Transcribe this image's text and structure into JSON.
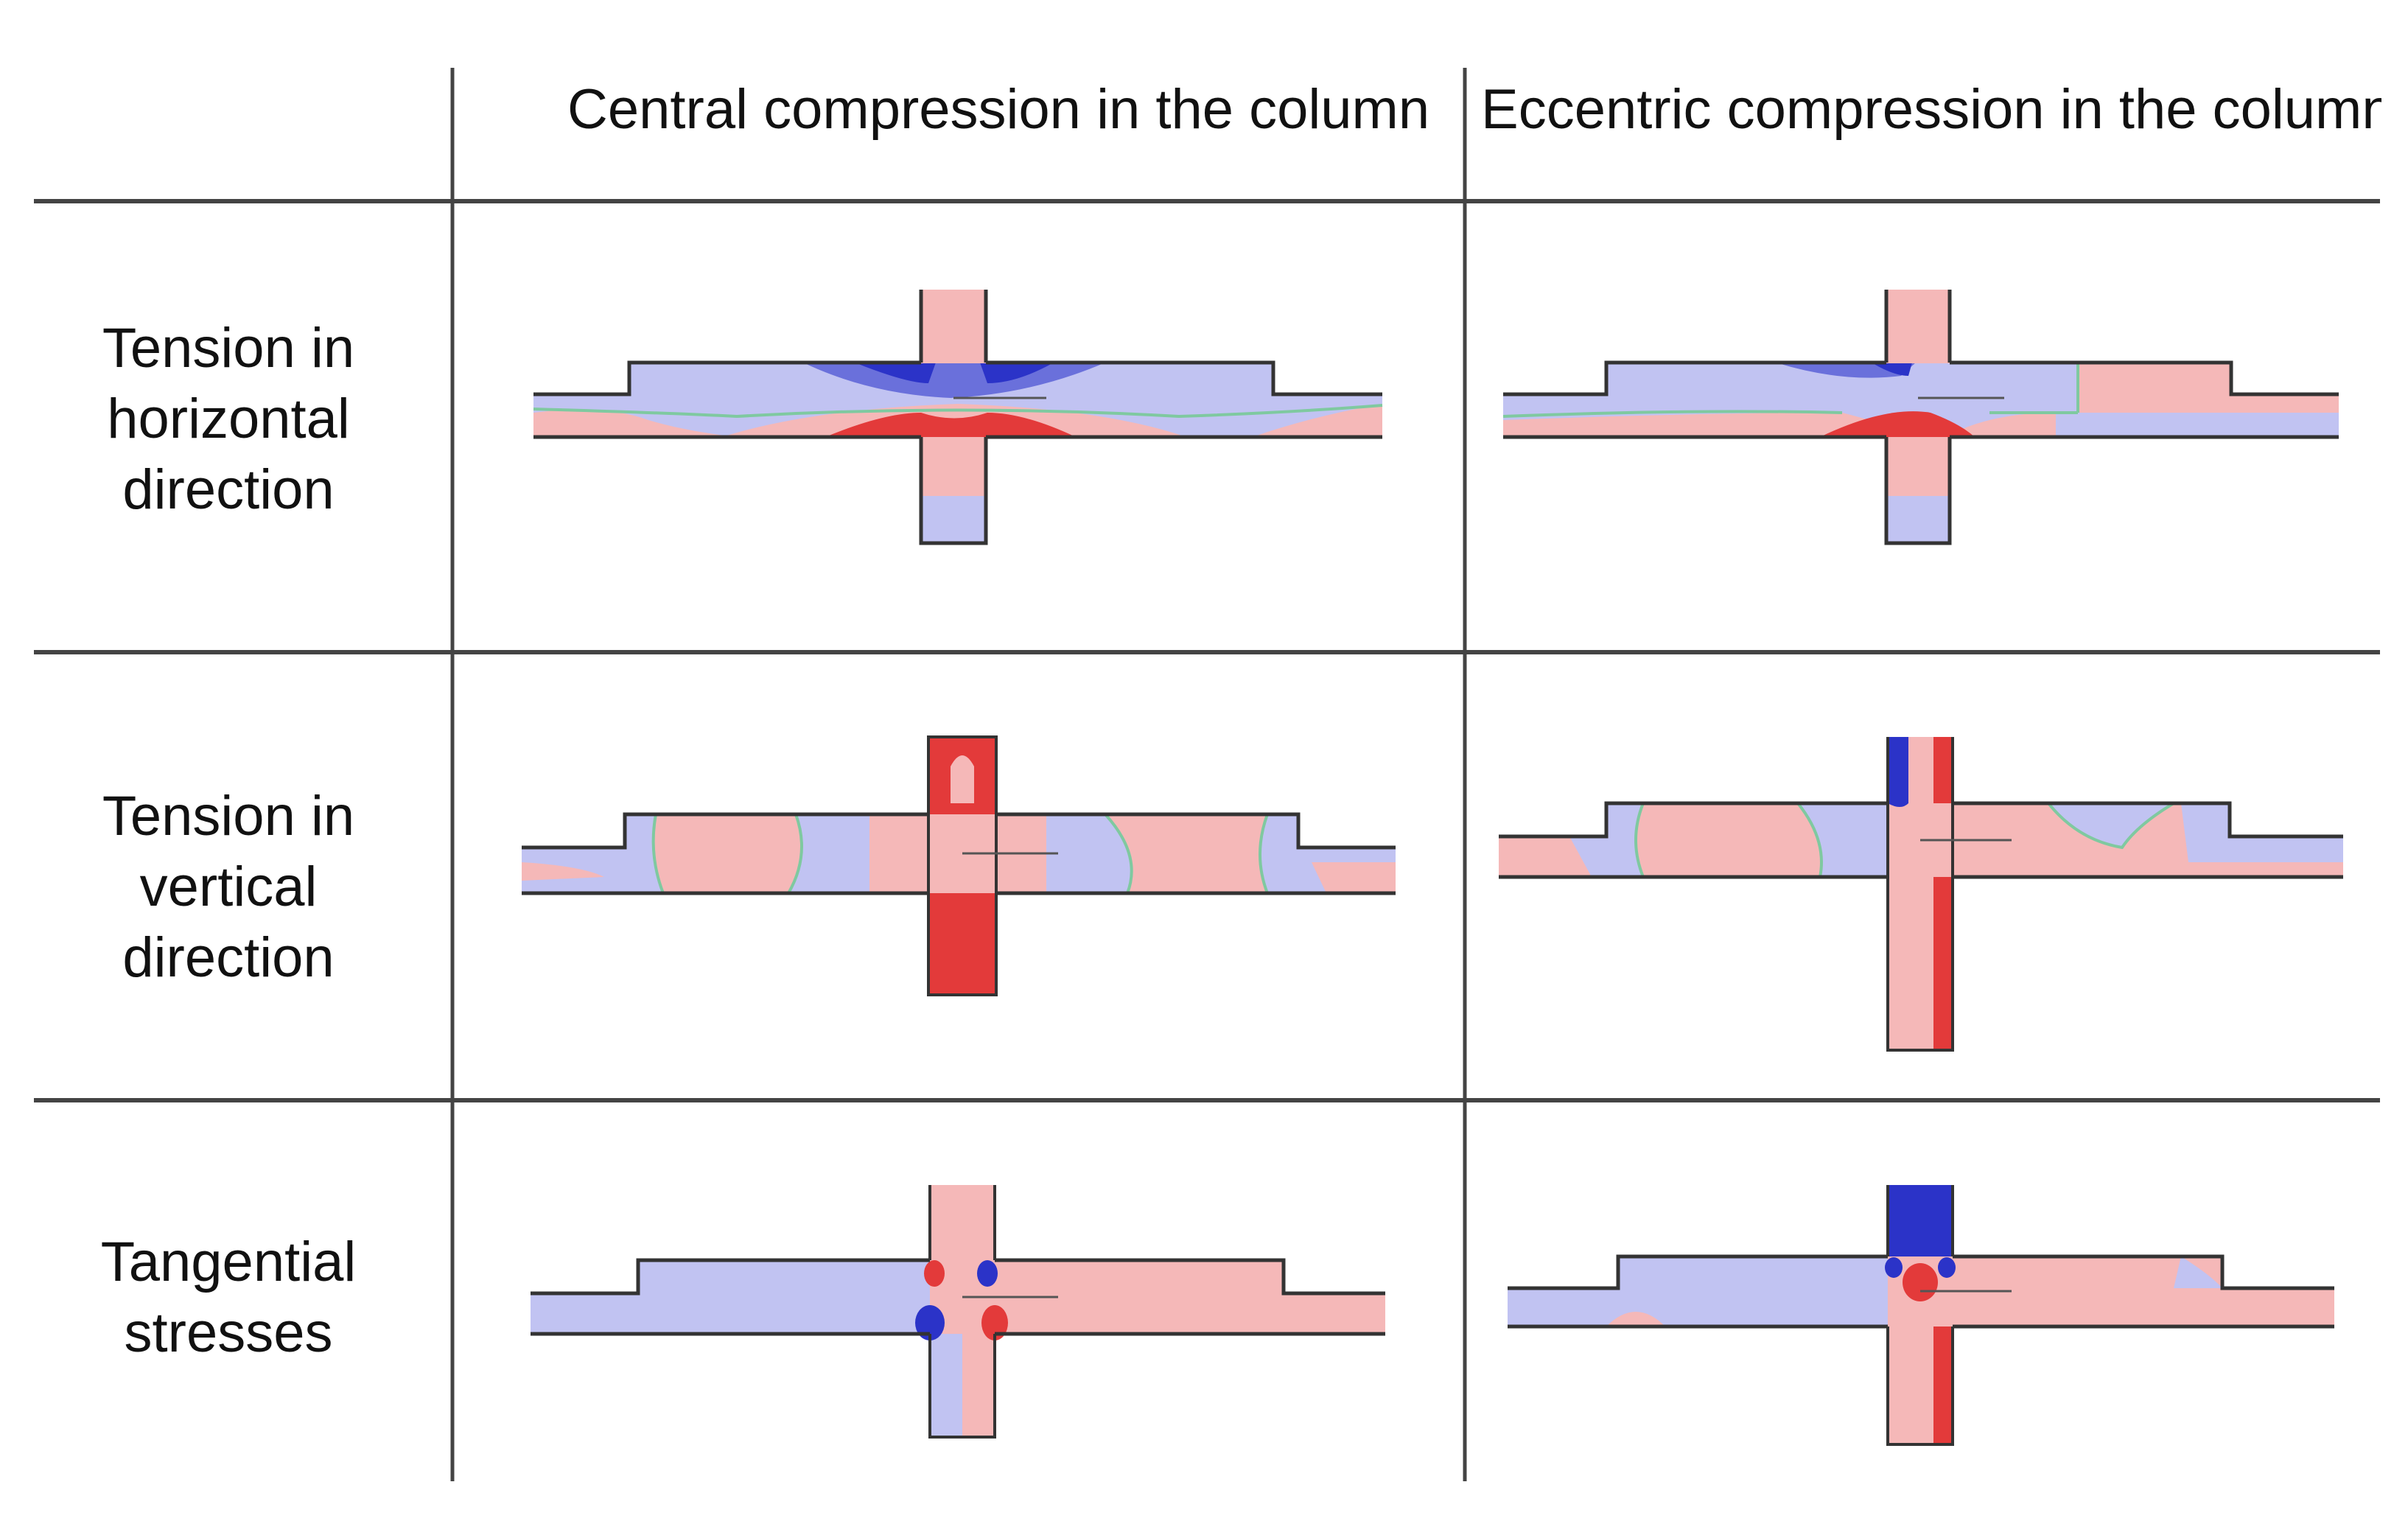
{
  "columns": [
    "Central compression in the column",
    "Eccentric compression in the column"
  ],
  "rows": [
    {
      "label_lines": [
        "Tension in",
        "horizontal",
        "direction"
      ]
    },
    {
      "label_lines": [
        "Tension in",
        "vertical",
        "direction"
      ]
    },
    {
      "label_lines": [
        "Tangential",
        "stresses"
      ]
    }
  ],
  "colors": {
    "tension_red": "#f5b8b8",
    "tension_red_strong": "#e33a3a",
    "compression_blue": "#c1c3f2",
    "compression_blue_strong": "#2b33c8",
    "contour_green": "#7fc9a0",
    "outline": "#333333"
  }
}
